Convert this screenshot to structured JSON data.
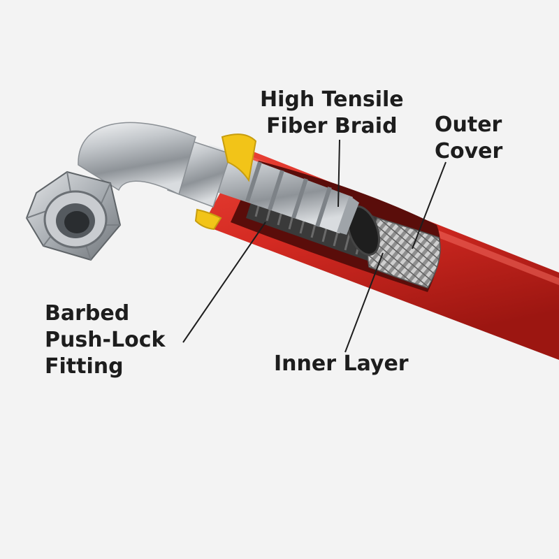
{
  "diagram": {
    "callouts": {
      "braid": [
        "High Tensile",
        "Fiber Braid"
      ],
      "cover": [
        "Outer",
        "Cover"
      ],
      "fitting": [
        "Barbed",
        "Push-Lock",
        "Fitting"
      ],
      "inner": [
        "Inner Layer"
      ]
    },
    "colors": {
      "background": "#f3f3f3",
      "hose_red": "#d42a22",
      "hose_dark": "#8f1410",
      "steel": "#b8bcc0",
      "clamp_yellow": "#f2c418",
      "braid_grey": "#9a9a9a",
      "text": "#1d1d1d"
    }
  }
}
